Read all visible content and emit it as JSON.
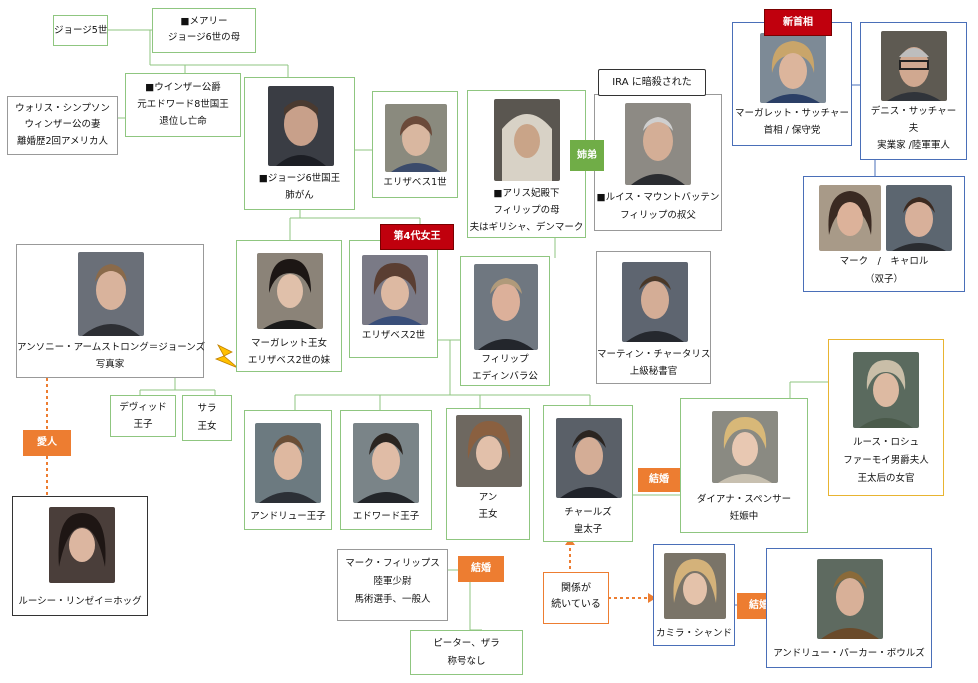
{
  "people": {
    "george5": {
      "line1": "ジョージ5世"
    },
    "mary": {
      "line1": "■メアリー",
      "line2": "ジョージ6世の母"
    },
    "windsor": {
      "line1": "■ウインザー公爵",
      "line2": "元エドワード8世国王",
      "line3": "退位し亡命"
    },
    "wallis": {
      "line1": "ウォリス・シンプソン",
      "line2": "ウィンザー公の妻",
      "line3": "離婚歴2回アメリカ人"
    },
    "george6": {
      "line1": "■ジョージ6世国王",
      "line2": "肺がん"
    },
    "elizabeth1": {
      "line1": "エリザベス1世"
    },
    "alice": {
      "line1": "■アリス妃殿下",
      "line2": "フィリップの母",
      "line3": "夫はギリシャ、デンマーク"
    },
    "louis": {
      "line1": "■ルイス・マウントバッテン",
      "line2": "フィリップの叔父"
    },
    "margaret_thatcher": {
      "line1": "マーガレット・サッチャー",
      "line2": "首相 / 保守党"
    },
    "denis": {
      "line1": "デニス・サッチャー",
      "line2": "夫",
      "line3": "実業家 /陸軍軍人"
    },
    "twins": {
      "line1": "マーク　/　キャロル",
      "line2": "（双子）"
    },
    "armstrong": {
      "line1": "アンソニー・アームストロング＝ジョーンズ",
      "line2": "写真家"
    },
    "margaret": {
      "line1": "マーガレット王女",
      "line2": "エリザベス2世の妹"
    },
    "elizabeth2": {
      "line1": "エリザベス2世"
    },
    "philip": {
      "line1": "フィリップ",
      "line2": "エディンバラ公"
    },
    "charteris": {
      "line1": "マーティン・チャータリス",
      "line2": "上級秘書官"
    },
    "david": {
      "line1": "デヴィッド",
      "line2": "王子"
    },
    "sarah": {
      "line1": "サラ",
      "line2": "王女"
    },
    "ruth": {
      "line1": "ルース・ロシュ",
      "line2": "ファーモイ男爵夫人",
      "line3": "王太后の女官"
    },
    "andrew": {
      "line1": "アンドリュー王子"
    },
    "edward": {
      "line1": "エドワード王子"
    },
    "anne": {
      "line1": "アン",
      "line2": "王女"
    },
    "charles": {
      "line1": "チャールズ",
      "line2": "皇太子"
    },
    "diana": {
      "line1": "ダイアナ・スペンサー",
      "line2": "妊娠中"
    },
    "lucy": {
      "line1": "ルーシー・リンゼイ＝ホッグ"
    },
    "mark_phillips": {
      "line1": "マーク・フィリップス",
      "line2": "陸軍少尉",
      "line3": "馬術選手、一般人"
    },
    "peter_zara": {
      "line1": "ピーター、ザラ",
      "line2": "称号なし"
    },
    "camilla": {
      "line1": "カミラ・シャンド"
    },
    "bowles": {
      "line1": "アンドリュー・パーカー・ボウルズ"
    }
  },
  "badges": {
    "new_pm": "新首相",
    "ira": "IRA に暗殺された",
    "siblings": "姉弟",
    "queen4": "第4代女王",
    "lover": "愛人",
    "married1": "結婚",
    "married2": "結婚",
    "married3": "結婚",
    "ongoing_line1": "関係が",
    "ongoing_line2": "続いている"
  },
  "colors": {
    "green_border": "#8fc680",
    "blue_border": "#4a6fb8",
    "orange": "#ed7d31",
    "red": "#c0000d",
    "gold": "#e8b431"
  }
}
